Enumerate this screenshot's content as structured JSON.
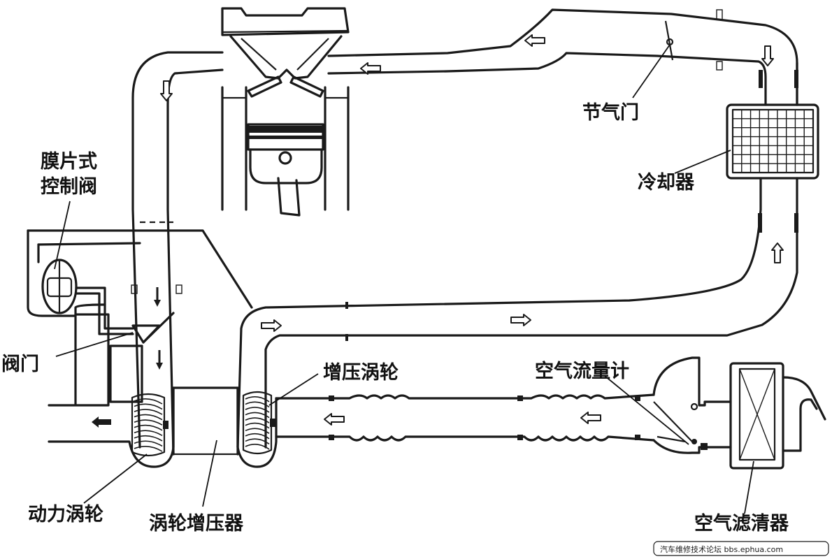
{
  "labels": {
    "diaphragm_valve_line1": "膜片式",
    "diaphragm_valve_line2": "控制阀",
    "throttle": "节气门",
    "cooler": "冷却器",
    "valve": "阀门",
    "compressor_wheel": "增压涡轮",
    "air_flow_meter": "空气流量计",
    "turbine_wheel": "动力涡轮",
    "turbocharger": "涡轮增压器",
    "air_filter": "空气滤清器"
  },
  "watermark": "汽车维修技术论坛 bbs.ephua.com",
  "arrows": [
    {
      "name": "flow-arrow-intake-top",
      "dir": "left"
    },
    {
      "name": "flow-arrow-top-right-bend",
      "dir": "left"
    },
    {
      "name": "flow-arrow-right-corner",
      "dir": "down"
    },
    {
      "name": "flow-arrow-cooler-inlet",
      "dir": "up"
    },
    {
      "name": "flow-arrow-pressure-pipe",
      "dir": "right"
    },
    {
      "name": "flow-arrow-compressor-outlet",
      "dir": "right"
    },
    {
      "name": "flow-arrow-intake-pipe",
      "dir": "left"
    },
    {
      "name": "flow-arrow-meter",
      "dir": "left"
    },
    {
      "name": "flow-arrow-exhaust-down-1",
      "dir": "down"
    },
    {
      "name": "flow-arrow-exhaust-down-2",
      "dir": "down"
    },
    {
      "name": "flow-arrow-exhaust-out",
      "dir": "left"
    },
    {
      "name": "flow-arrow-intake-left-bend",
      "dir": "down"
    }
  ]
}
